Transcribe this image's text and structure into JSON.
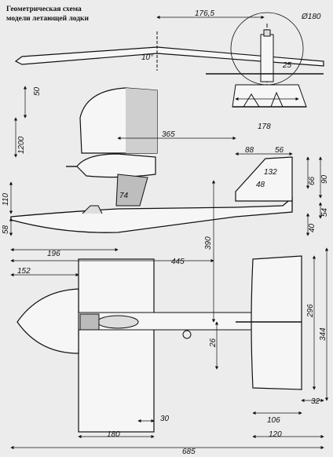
{
  "title": {
    "line1": "Геометрическая схема",
    "line2": "модели летающей лодки"
  },
  "dimensions": {
    "d176_5": "176,5",
    "d180_diam": "Ø180",
    "d25": "25",
    "d10deg": "10°",
    "d178": "178",
    "d50": "50",
    "d1200": "1200",
    "d365": "365",
    "d88": "88",
    "d56": "56",
    "d132": "132",
    "d48": "48",
    "d66": "66",
    "d90": "90",
    "d74": "74",
    "d110": "110",
    "d54": "54",
    "d58": "58",
    "d40": "40",
    "d196": "196",
    "d445": "445",
    "d390": "390",
    "d152": "152",
    "d296": "296",
    "d344": "344",
    "d26": "26",
    "d106": "106",
    "d32": "32",
    "d30": "30",
    "d180": "180",
    "d120": "120",
    "d685": "685"
  },
  "colors": {
    "ink": "#111111",
    "paper": "#ececec",
    "fill": "#f6f6f6",
    "shade": "#9a9a9a"
  }
}
